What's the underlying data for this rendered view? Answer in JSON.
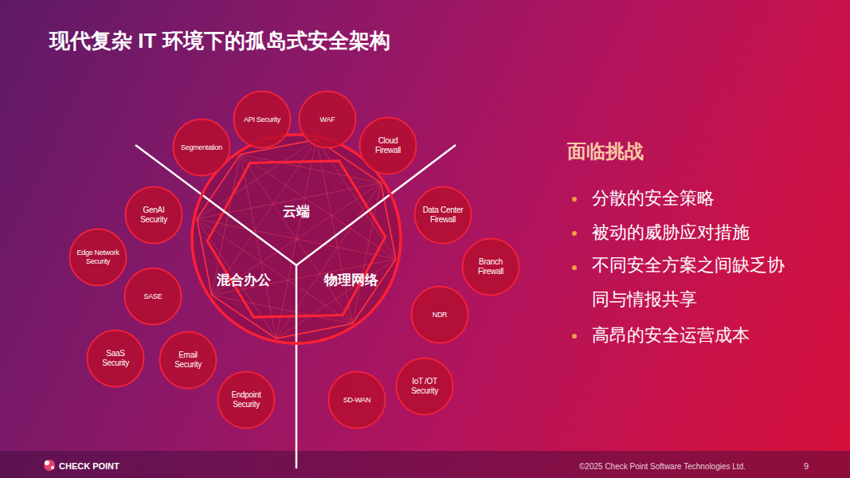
{
  "diagram": {
    "title": "现代复杂 IT 环境下的孤岛式安全架构",
    "nodes": [
      {
        "text": [
          "云端",
          "混合办公",
          "物理网络"
        ]
      },
      {
        "text": [
          "API Security"
        ]
      },
      {
        "text": [
          "WAF"
        ]
      },
      {
        "text": [
          "Segmentation"
        ]
      },
      {
        "text": [
          "Cloud Firewall"
        ]
      },
      {
        "text": [
          "GenAI Security"
        ]
      },
      {
        "text": [
          "Data Center Firewall"
        ]
      },
      {
        "text": [
          "Edge Network Security"
        ]
      },
      {
        "text": [
          "Branch Firewall"
        ]
      },
      {
        "text": [
          "SASE"
        ]
      },
      {
        "text": [
          "NDR"
        ]
      },
      {
        "text": [
          "SaaS Security"
        ]
      },
      {
        "text": [
          "Email Security"
        ]
      },
      {
        "text": [
          "IoT /OT Security"
        ]
      },
      {
        "text": [
          "Endpoint Security"
        ]
      },
      {
        "text": [
          "SD-WAN"
        ]
      }
    ],
    "labels": [
      "面临挑战",
      "分散的安全策略",
      "被动的威胁应对措施",
      "不同安全方案之间缺乏协同与情报共享",
      "高昂的安全运营成本",
      "CHECK POINT",
      "©2025 Check Point Software Technologies Ltd.",
      "9"
    ]
  }
}
